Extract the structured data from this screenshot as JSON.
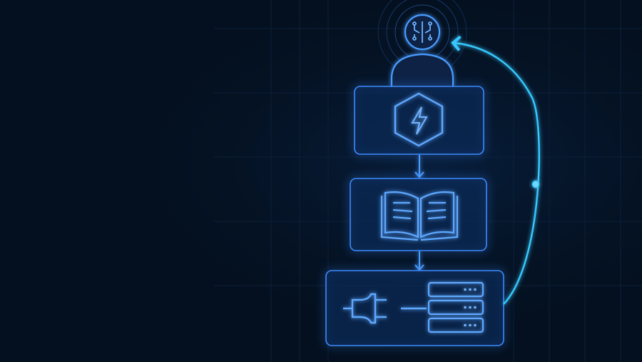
{
  "colors": {
    "background": "#04101f",
    "background_glow": "#0b2a55",
    "grid": "#0d2340",
    "box_fill": "#0b2a55",
    "box_stroke": "#3d8bff",
    "icon": "#5fa8ff",
    "connector": "#4a9cff",
    "loop_arrow": "#37c8ff"
  },
  "diagram": {
    "nodes": [
      {
        "id": "agent",
        "icon": "ai-agent-icon"
      },
      {
        "id": "trigger",
        "icon": "lightning-hexagon-icon"
      },
      {
        "id": "knowledge",
        "icon": "open-book-icon"
      },
      {
        "id": "integration",
        "icon": [
          "plug-icon",
          "server-stack-icon"
        ]
      }
    ],
    "edges": [
      {
        "from": "trigger",
        "to": "knowledge"
      },
      {
        "from": "knowledge",
        "to": "integration"
      },
      {
        "from": "integration",
        "to": "agent",
        "style": "curved-feedback"
      }
    ]
  }
}
